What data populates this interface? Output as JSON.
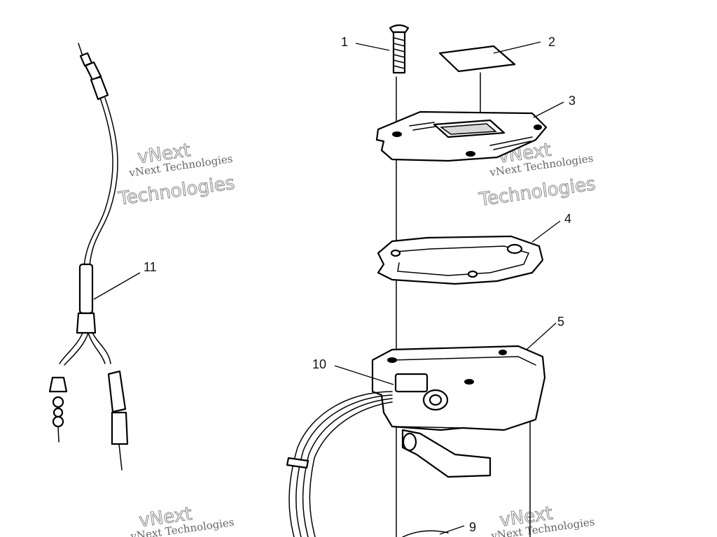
{
  "callouts": {
    "c1": "1",
    "c2": "2",
    "c3": "3",
    "c4": "4",
    "c5": "5",
    "c9": "9",
    "c10": "10",
    "c11": "11"
  },
  "watermark": {
    "brand": "vNext",
    "line": "vNext Technologies",
    "word": "Technologies"
  }
}
